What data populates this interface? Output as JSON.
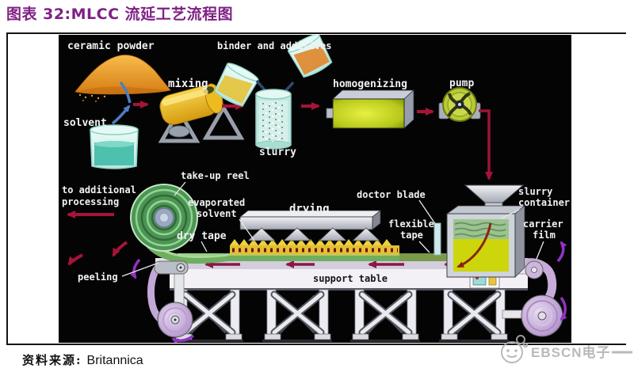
{
  "header": {
    "title": "图表 32:MLCC 流延工艺流程图"
  },
  "figure": {
    "labels": {
      "ceramic_powder": "ceramic powder",
      "solvent": "solvent",
      "mixing": "mixing",
      "binder_additives": "binder and additives",
      "slurry": "slurry",
      "homogenizing": "homogenizing",
      "pump": "pump",
      "slurry_container_l1": "slurry",
      "slurry_container_l2": "container",
      "doctor_blade": "doctor blade",
      "flexible_l1": "flexible",
      "flexible_l2": "tape",
      "carrier_l1": "carrier",
      "carrier_l2": "film",
      "drying": "drying",
      "evaporated_l1": "evaporated",
      "evaporated_l2": "solvent",
      "dry_tape": "dry tape",
      "take_up_reel": "take-up reel",
      "additional_l1": "to additional",
      "additional_l2": "processing",
      "peeling": "peeling",
      "support_table": "support table"
    },
    "flow_order": [
      "ceramic powder",
      "solvent",
      "mixing",
      "binder and additives",
      "slurry",
      "homogenizing",
      "pump",
      "slurry container",
      "doctor blade",
      "flexible tape on carrier film",
      "drying",
      "dry tape",
      "peeling",
      "take-up reel",
      "to additional processing"
    ]
  },
  "source": {
    "prefix": "资料来源:",
    "name": "Britannica"
  },
  "watermark": {
    "text": "EBSCN电子"
  },
  "colors": {
    "title_accent": "#7f2185",
    "arrow_red": "#a81338",
    "arrow_purple": "#9232c4",
    "tape_green": "#6fae5e",
    "slurry_yellow": "#ccd60a",
    "diagram_background": "#000000",
    "label_white": "#f2f2f2",
    "watermark_gray": "#b0b0b0"
  }
}
